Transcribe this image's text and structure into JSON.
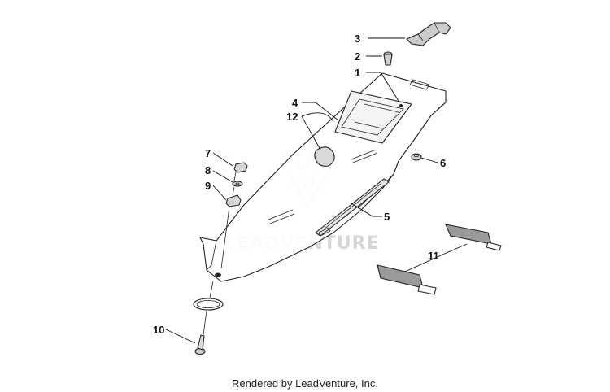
{
  "diagram": {
    "callouts": [
      {
        "id": "1",
        "label": "1"
      },
      {
        "id": "2",
        "label": "2"
      },
      {
        "id": "3",
        "label": "3"
      },
      {
        "id": "4",
        "label": "4"
      },
      {
        "id": "5",
        "label": "5"
      },
      {
        "id": "6",
        "label": "6"
      },
      {
        "id": "7",
        "label": "7"
      },
      {
        "id": "8",
        "label": "8"
      },
      {
        "id": "9",
        "label": "9"
      },
      {
        "id": "10",
        "label": "10"
      },
      {
        "id": "11",
        "label": "11"
      },
      {
        "id": "12",
        "label": "12"
      }
    ]
  },
  "watermark": {
    "text": "LEADVENTURE"
  },
  "footer": {
    "credit": "Rendered by LeadVenture, Inc."
  }
}
